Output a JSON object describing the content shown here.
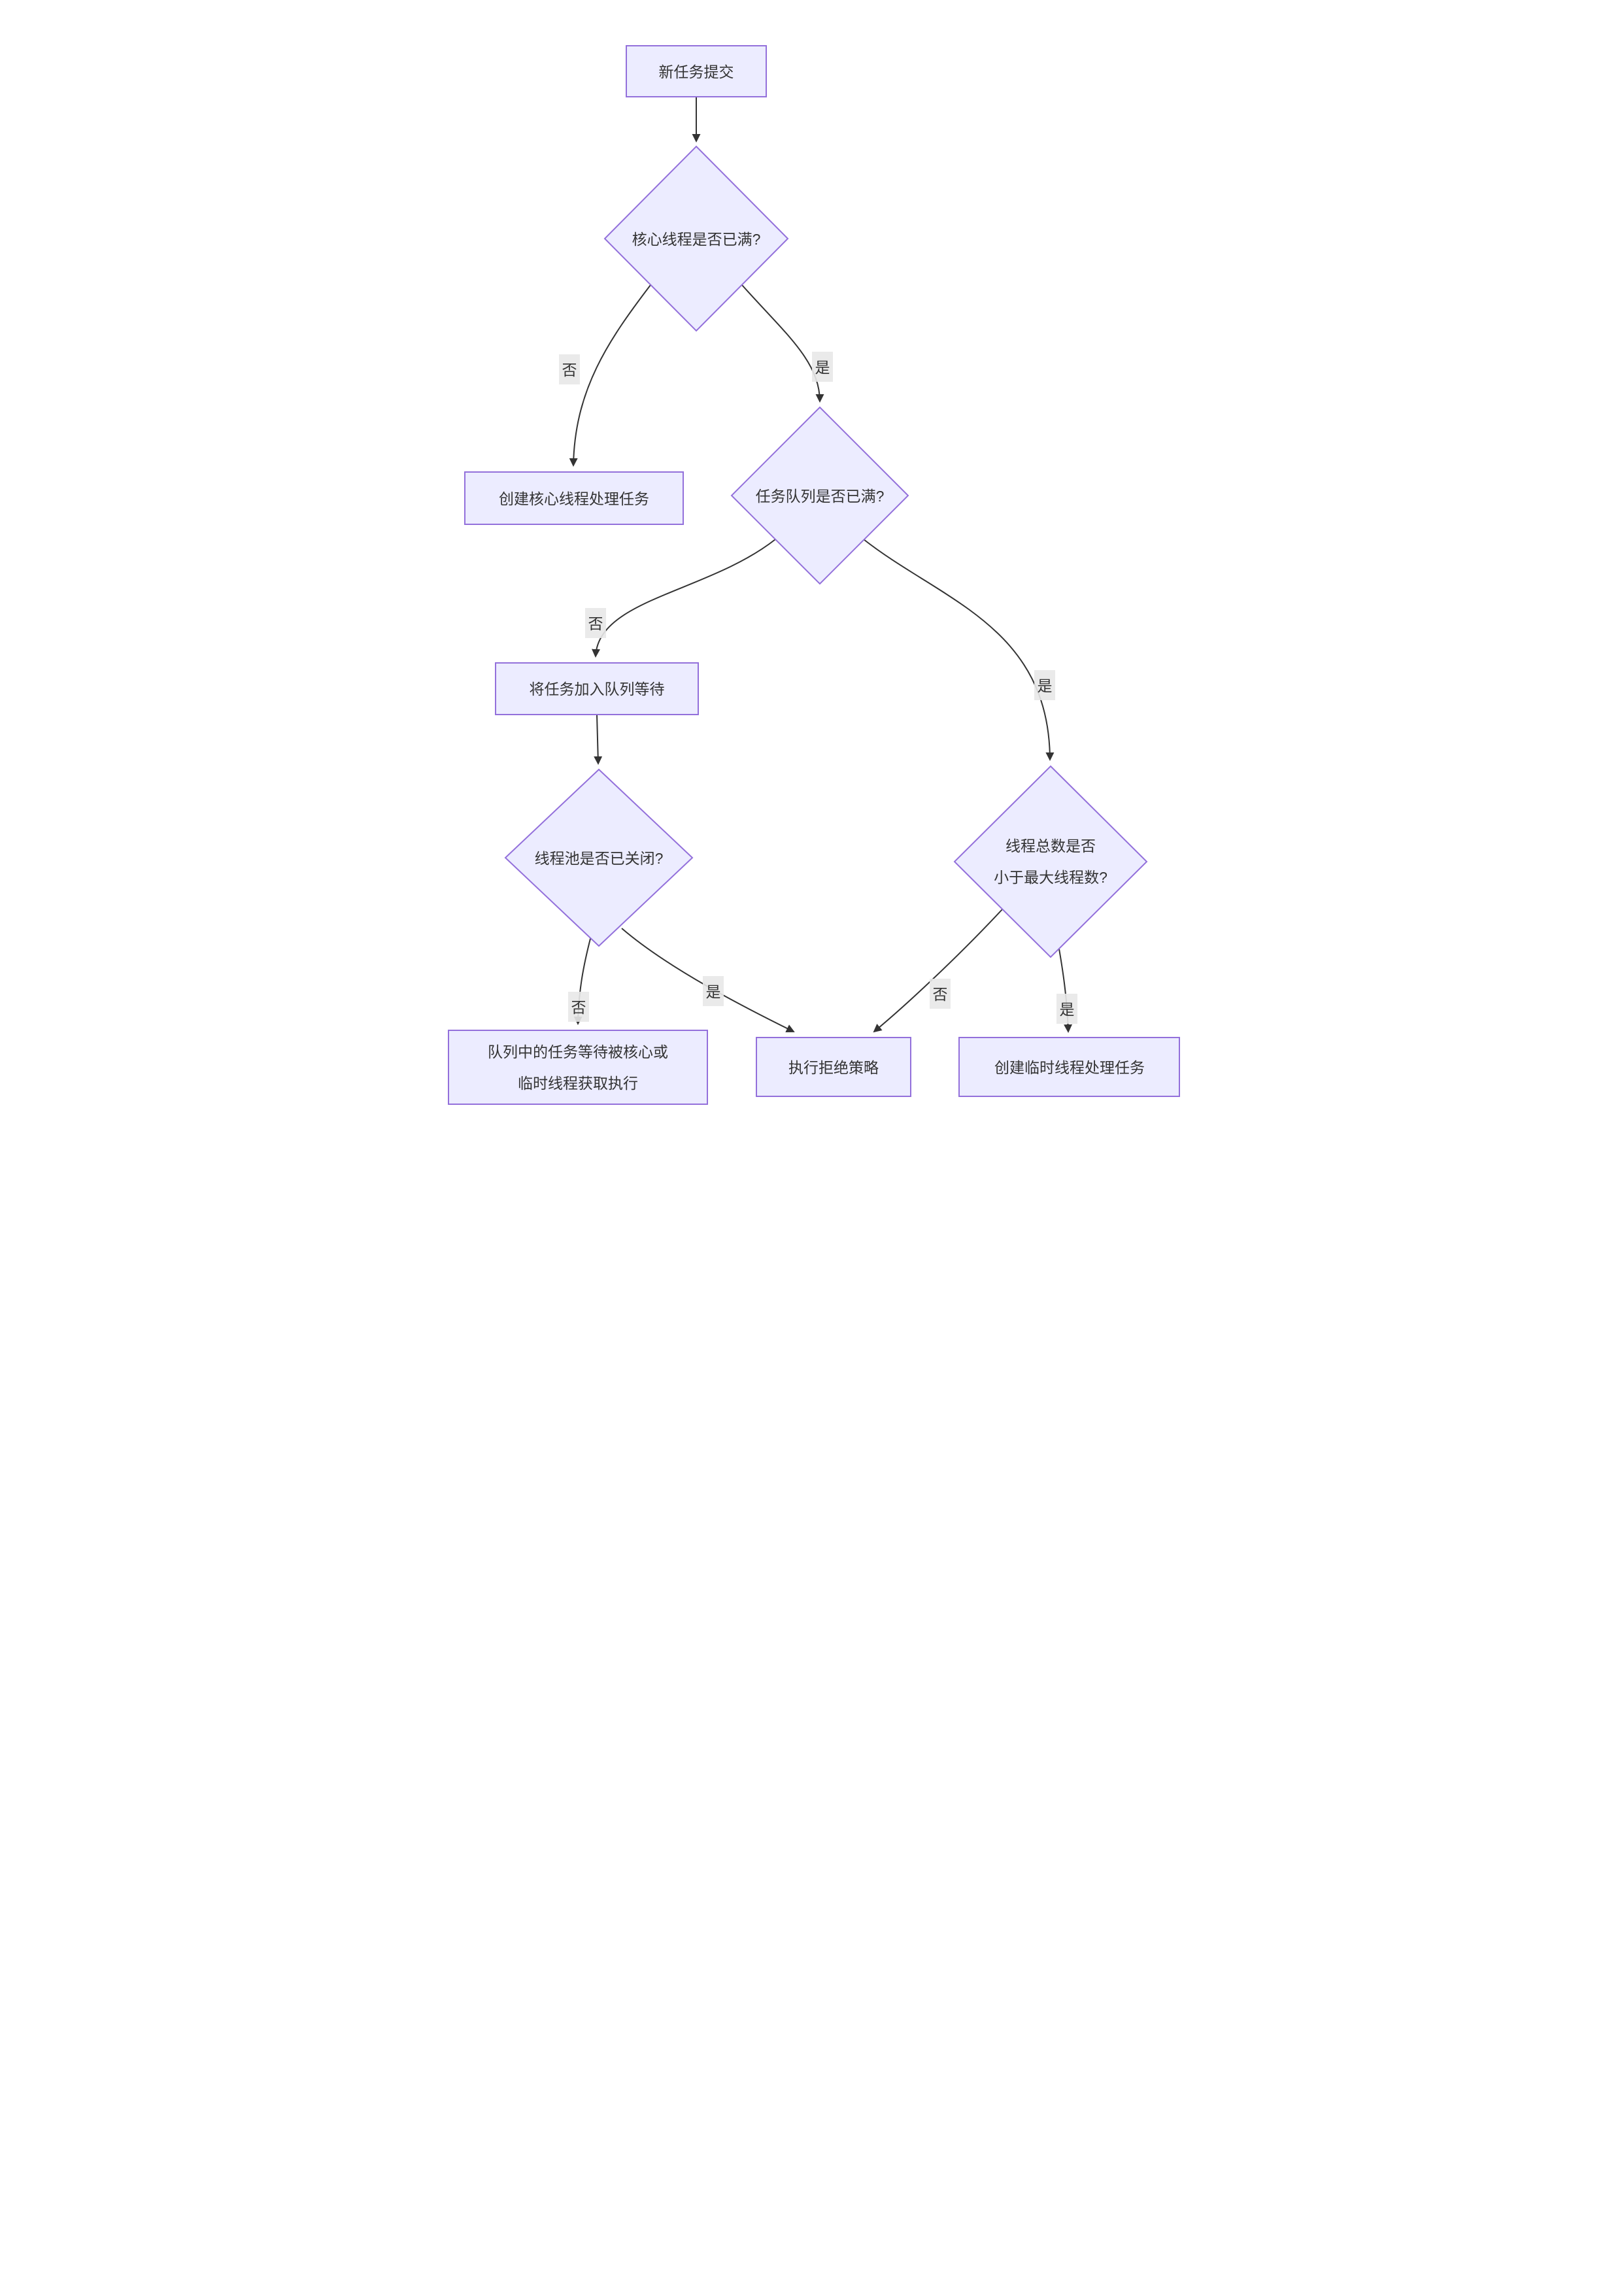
{
  "diagram": {
    "type": "flowchart",
    "colors": {
      "background": "#ffffff",
      "node_fill": "#ECECFF",
      "node_border": "#9370DB",
      "edge_stroke": "#333333",
      "text_color": "#333333",
      "edge_label_bg": "#e8e8e8"
    },
    "nodes": {
      "start": {
        "label": "新任务提交",
        "shape": "rect"
      },
      "core_full": {
        "label": "核心线程是否已满?",
        "shape": "diamond"
      },
      "create_core": {
        "label": "创建核心线程处理任务",
        "shape": "rect"
      },
      "queue_full": {
        "label": "任务队列是否已满?",
        "shape": "diamond"
      },
      "enqueue": {
        "label": "将任务加入队列等待",
        "shape": "rect"
      },
      "pool_closed": {
        "label": "线程池是否已关闭?",
        "shape": "diamond"
      },
      "below_max": {
        "label_line1": "线程总数是否",
        "label_line2": "小于最大线程数?",
        "shape": "diamond"
      },
      "queue_wait": {
        "label_line1": "队列中的任务等待被核心或",
        "label_line2": "临时线程获取执行",
        "shape": "rect"
      },
      "reject": {
        "label": "执行拒绝策略",
        "shape": "rect"
      },
      "create_temp": {
        "label": "创建临时线程处理任务",
        "shape": "rect"
      }
    },
    "edge_labels": {
      "core_full_no": "否",
      "core_full_yes": "是",
      "queue_full_no": "否",
      "queue_full_yes": "是",
      "pool_closed_no": "否",
      "pool_closed_yes": "是",
      "below_max_no": "否",
      "below_max_yes": "是"
    }
  }
}
